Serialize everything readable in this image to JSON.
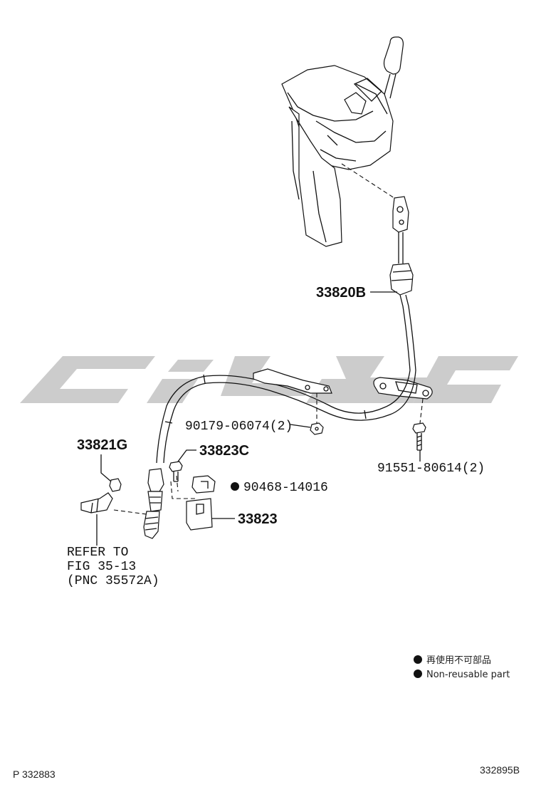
{
  "labels": {
    "cable_assy": "33820B",
    "nut": "90179-06074(2)",
    "bolt_right": "91551-80614(2)",
    "clip_33821g": "33821G",
    "bolt_33823c": "33823C",
    "clip_90468": "90468-14016",
    "bracket_33823": "33823"
  },
  "refer": {
    "line1": "REFER TO",
    "line2": "FIG 35-13",
    "line3": "(PNC 35572A)"
  },
  "legend": {
    "jp": "再使用不可部品",
    "en": "Non-reusable part"
  },
  "footer": {
    "left": "P 332883",
    "right": "332895B"
  },
  "colors": {
    "watermark": "#cccccc",
    "line": "#111111"
  }
}
